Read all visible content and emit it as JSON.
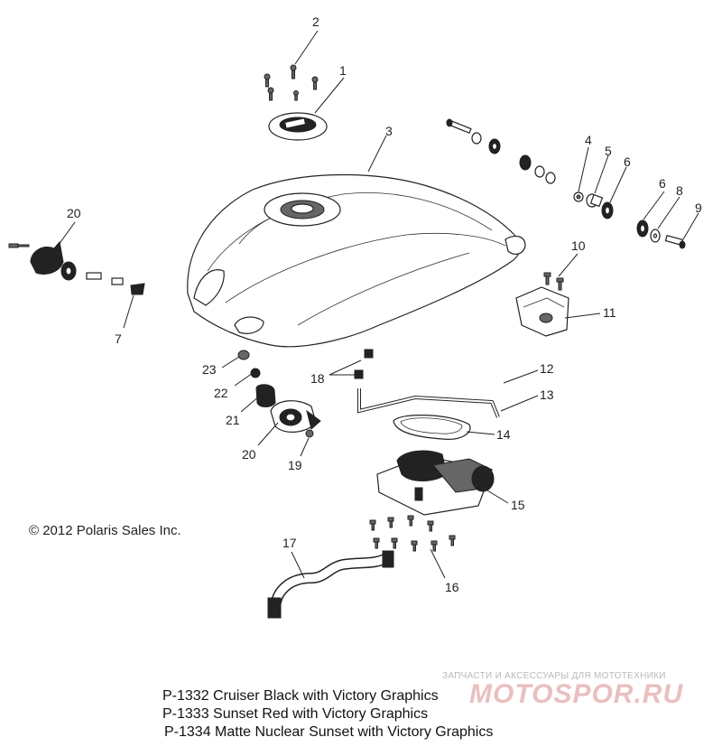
{
  "callouts": {
    "c1": "1",
    "c2": "2",
    "c3": "3",
    "c4": "4",
    "c5": "5",
    "c6a": "6",
    "c6b": "6",
    "c7": "7",
    "c8": "8",
    "c9": "9",
    "c10": "10",
    "c11": "11",
    "c12": "12",
    "c13": "13",
    "c14": "14",
    "c15": "15",
    "c16": "16",
    "c17": "17",
    "c18": "18",
    "c19": "19",
    "c20a": "20",
    "c20b": "20",
    "c21": "21",
    "c22": "22",
    "c23": "23"
  },
  "copyright": "© 2012 Polaris Sales Inc.",
  "watermark": {
    "text": "ЗАПЧАСТИ И АКСЕССУАРЫ ДЛЯ МОТОТЕХНИКИ",
    "logo": "MOTOSPOR.RU"
  },
  "captions": [
    "P-1332 Cruiser Black with Victory Graphics",
    "P-1333 Sunset Red with Victory Graphics",
    "P-1334 Matte Nuclear Sunset with Victory Graphics"
  ]
}
